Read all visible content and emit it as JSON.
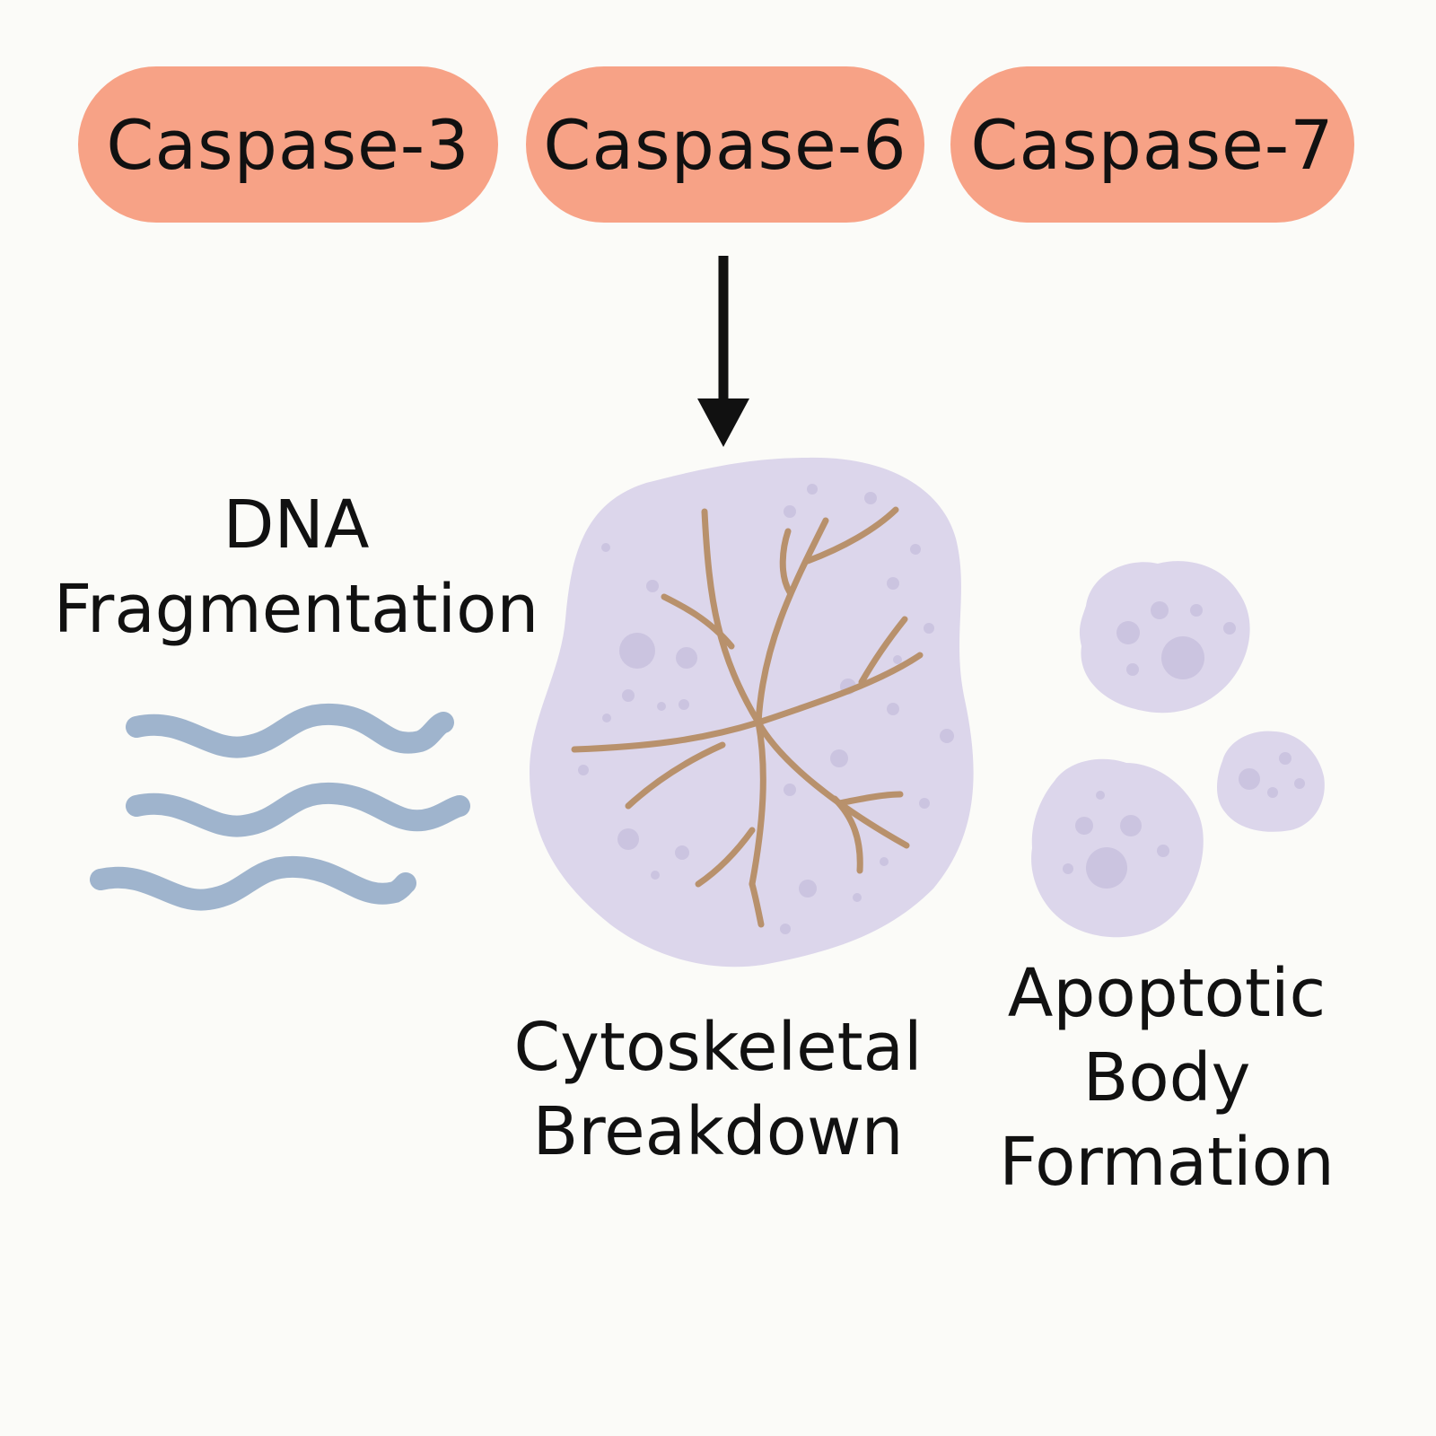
{
  "caspases": [
    "Caspase-3",
    "Caspase-6",
    "Caspase-7"
  ],
  "labels": {
    "dna": [
      "DNA",
      "Fragmentation"
    ],
    "cytoskeletal": [
      "Cytoskeletal",
      "Breakdown"
    ],
    "apoptotic": [
      "Apoptotic",
      "Body",
      "Formation"
    ]
  },
  "colors": {
    "background": "#fbfbf8",
    "pill": "#f7a286",
    "cell": "#dcd6eb",
    "cell_spot": "#cbc4e0",
    "cytoskeleton": "#b8916c",
    "dna": "#9fb4cd",
    "text": "#111111",
    "arrow": "#111111"
  }
}
